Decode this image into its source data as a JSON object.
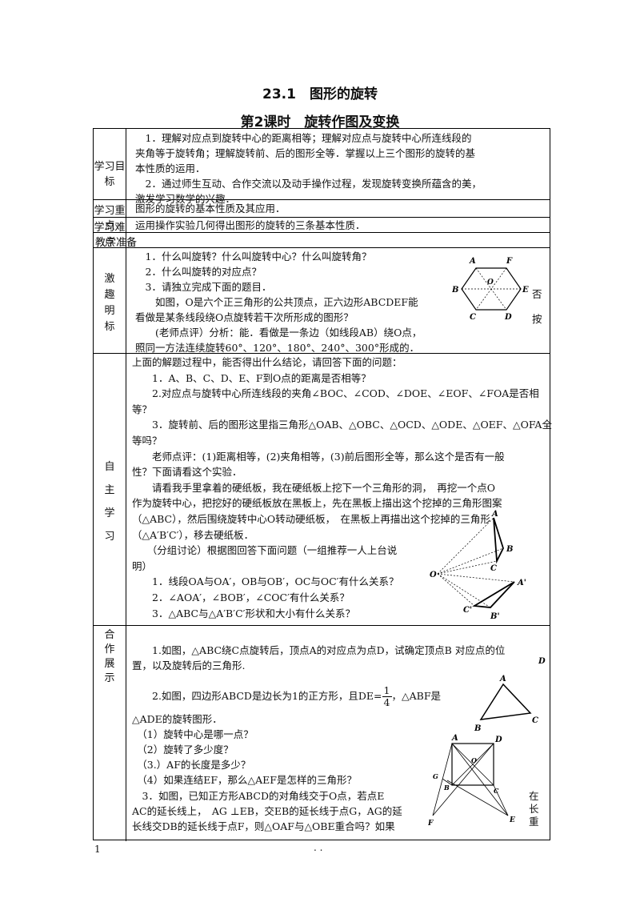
{
  "title": "23.1　图形的旋转",
  "subtitle": "第2课时　旋转作图及变换",
  "rows": {
    "goals": {
      "label": "学习目标",
      "lines": [
        "　1．理解对应点到旋转中心的距离相等；理解对应点与旋转中心所连线段的",
        "夹角等于旋转角；理解旋转前、后的图形全等．掌握以上三个图形的旋转的基",
        "本性质的运用．",
        "　2．通过师生互动、合作交流以及动手操作过程，发现旋转变换所蕴含的美，",
        "激发学习数学的兴趣．"
      ]
    },
    "key": {
      "label": "学习重点",
      "text": "图形的旋转的基本性质及其应用．"
    },
    "difficulty": {
      "label": "学习难点",
      "text": "运用操作实验几何得出图形的旋转的三条基本性质．"
    },
    "prep": {
      "label": "教学准备"
    },
    "interest": {
      "label": [
        "激",
        "趣",
        "明",
        "标"
      ],
      "lines": [
        "　1．什么叫旋转？什么叫旋转中心？什么叫旋转角？",
        "　2．什么叫旋转的对应点？",
        "　3．请独立完成下面的题目．",
        "　　如图，O是六个正三角形的公共顶点，正六边形ABCDEF能",
        "看做是某条线段绕O点旋转若干次所形成的图形？",
        "　　(老师点评）分析：能．看做是一条边（如线段AB）绕O点，",
        "照同一方法连续旋转60°、120°、180°、240°、300°形成的．"
      ],
      "side_text": [
        "否",
        "按"
      ]
    },
    "self_study": {
      "label": [
        "自",
        "主",
        "学",
        "习"
      ],
      "lines": [
        "上面的解题过程中，能否得出什么结论，请回答下面的问题：",
        "　　1．A、B、C、D、E、F到O点的距离是否相等？",
        "　　2.对应点与旋转中心所连线段的夹角∠BOC、∠COD、∠DOE、∠EOF、∠FOA是否相",
        "等？",
        "　　3．旋转前、后的图形这里指三角形△OAB、△OBC、△OCD、△ODE、△OEF、△OFA全",
        "等吗？",
        "　　老师点评：(1)距离相等，(2)夹角相等，(3)前后图形全等，那么这个是否有一般",
        "性？下面请看这个实验．",
        "　　请看我手里拿着的硬纸板，我在硬纸板上挖下一个三角形的洞，　再挖一个点O",
        "作为旋转中心，把挖好的硬纸板放在黑板上，先在黑板上描出这个挖掉的三角形图案",
        "（△ABC），然后围绕旋转中心O转动硬纸板，　在黑板上再描出这个挖掉的三角形",
        "（△A′B′C′），移去硬纸板．",
        "　　（分组讨论）根据图回答下面问题（一组推荐一人上台说",
        "明）",
        "　　1．线段OA与OA′，OB与OB′，OC与OC′有什么关系？",
        "　　2．∠AOA′，∠BOB′，∠COC′有什么关系？",
        "　　3．△ABC与△A′B′C′形状和大小有什么关系？"
      ]
    },
    "cooperate": {
      "label": [
        "合",
        "作",
        "展",
        "示"
      ],
      "p1": [
        "　　1.如图，△ABC绕C点旋转后，顶点A的对应点为点D，试确定顶点B 对应点的位",
        "置，以及旋转后的三角形."
      ],
      "p2_pre": "　　2.如图，四边形ABCD是边长为1的正方形，且DE=",
      "p2_num": "1",
      "p2_den": "4",
      "p2_post": "，△ABF是",
      "p2_lines": [
        "△ADE的旋转图形．",
        "　（1）旋转中心是哪一点？",
        "　（2）旋转了多少度？",
        "　（3.）AF的长度是多少？",
        "　（4）如果连结EF，那么△AEF是怎样的三角形？"
      ],
      "p3": [
        "　3．如图，已知正方形ABCD的对角线交于O点，若点E",
        "AC的延长线上，　AG ⊥EB，交EB的延长线于点G，AG的延",
        "长线交DB的延长线于点F，则△OAF与△OBE重合吗？如果"
      ],
      "side_text": [
        "在",
        "长",
        "重"
      ]
    }
  },
  "figures": {
    "hexagon": [
      "A",
      "F",
      "B",
      "O",
      "E",
      "C",
      "D"
    ],
    "rotation": [
      "A",
      "B",
      "C",
      "O",
      "A'",
      "C'",
      "B'"
    ],
    "triangle": [
      "D",
      "A",
      "B",
      "C"
    ],
    "square": [
      "A",
      "D",
      "O",
      "G",
      "B",
      "C",
      "F",
      "E"
    ]
  },
  "footer": {
    "page": "1",
    "dots": ". ."
  }
}
